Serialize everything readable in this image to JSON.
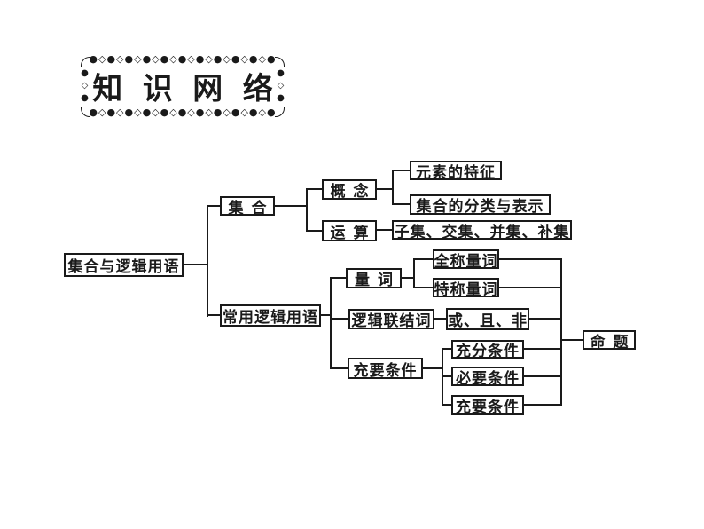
{
  "colors": {
    "background": "#ffffff",
    "line": "#1a1a1a",
    "text": "#1a1a1a"
  },
  "title": {
    "text": "知 识 网 络",
    "border_pattern_top": "●◇●◇●◇●◇●◇●◇●◇●◇●◇●◇●",
    "border_pattern_bottom": "●◇●◇●◇●◇●◇●◇●◇●◇●◇●◇●",
    "border_pattern_left": "●◇●",
    "border_pattern_right": "●◇●"
  },
  "diagram": {
    "root": "集合与逻辑用语",
    "branch_sets": {
      "label": "集合",
      "concept": "概念",
      "element_feature": "元素的特征",
      "set_classification": "集合的分类与表示",
      "operation": "运算",
      "set_operations": "子集、交集、并集、补集"
    },
    "branch_logic": {
      "label": "常用逻辑用语",
      "quantifier": "量词",
      "universal": "全称量词",
      "particular": "特称量词",
      "connectives": "逻辑联结词",
      "or_and_not": "或、且、非",
      "sufficient_necessary": "充要条件",
      "sufficient": "充分条件",
      "necessary": "必要条件",
      "iff": "充要条件",
      "proposition": "命题"
    }
  }
}
